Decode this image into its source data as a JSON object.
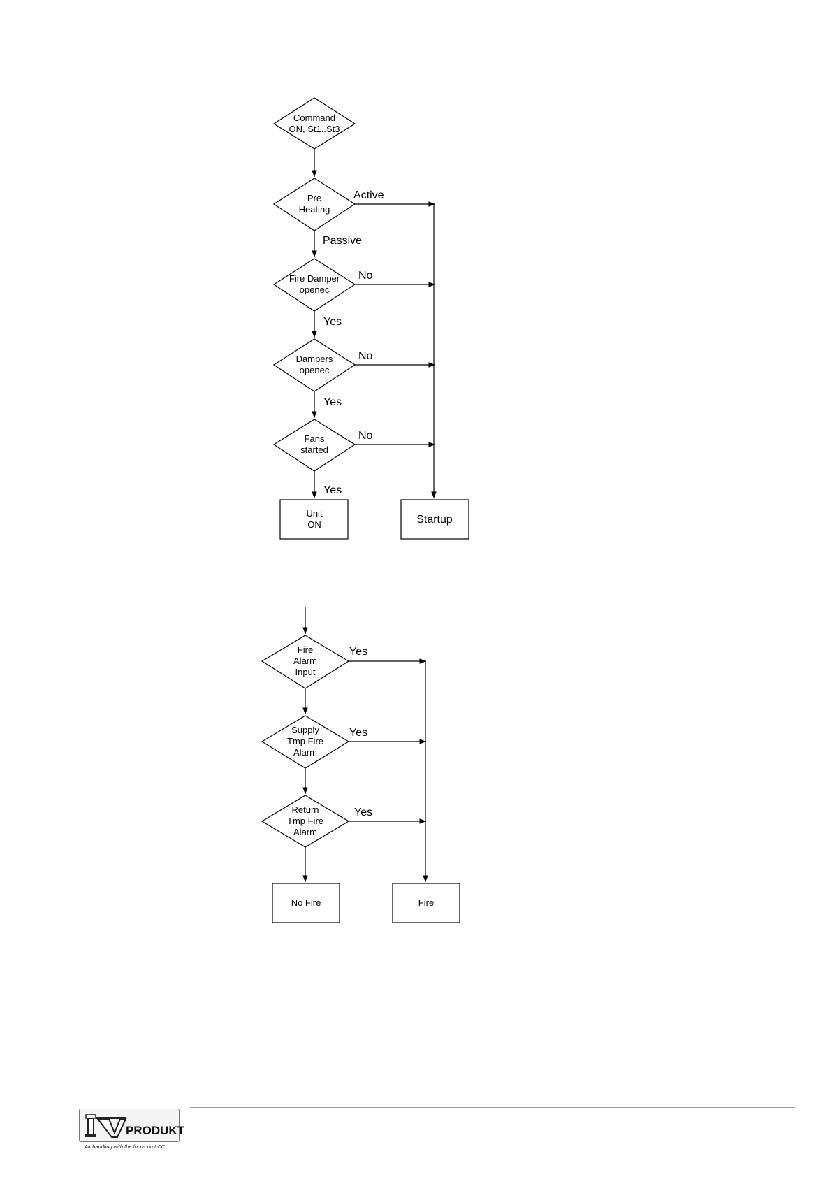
{
  "flowchart_startup": {
    "nodes": {
      "command": [
        "Command",
        "ON, St1..St3"
      ],
      "pre_heating": [
        "Pre",
        "Heating"
      ],
      "fire_damper": [
        "Fire Damper",
        "openec"
      ],
      "dampers": [
        "Dampers",
        "openec"
      ],
      "fans": [
        "Fans",
        "started"
      ],
      "unit_on": [
        "Unit",
        "ON"
      ],
      "startup": [
        "Startup"
      ]
    },
    "edges": {
      "active": "Active",
      "passive": "Passive",
      "fire_damper_no": "No",
      "fire_damper_yes": "Yes",
      "dampers_no": "No",
      "dampers_yes": "Yes",
      "fans_no": "No",
      "fans_yes": "Yes"
    }
  },
  "flowchart_fire": {
    "nodes": {
      "fire_alarm_input": [
        "Fire",
        "Alarm",
        "Input"
      ],
      "supply_tmp": [
        "Supply",
        "Tmp Fire",
        "Alarm"
      ],
      "return_tmp": [
        "Return",
        "Tmp Fire",
        "Alarm"
      ],
      "no_fire": [
        "No Fire"
      ],
      "fire": [
        "Fire"
      ]
    },
    "edges": {
      "fire_alarm_yes": "Yes",
      "supply_yes": "Yes",
      "return_yes": "Yes"
    }
  },
  "footer": {
    "logo_word": "PRODUKT",
    "tagline": "Air handling with the focus on LCC",
    "logo_mark": "IV"
  }
}
